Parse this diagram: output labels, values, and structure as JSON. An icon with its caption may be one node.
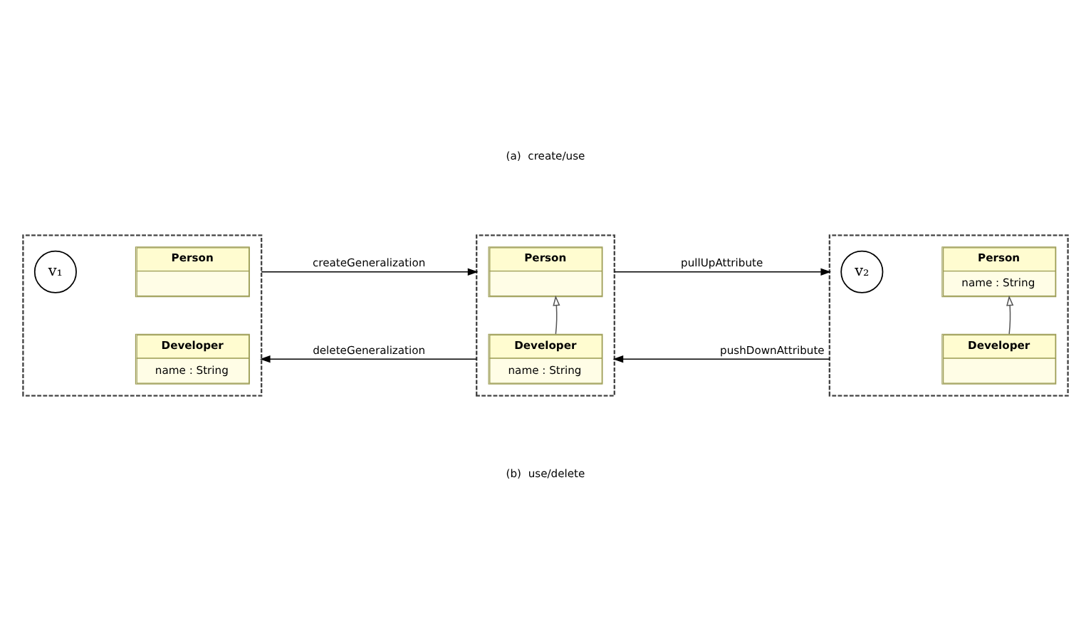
{
  "diagram": {
    "nodes": [
      {
        "text": [],
        "shape": "box"
      },
      {
        "text": [
          "v₁"
        ],
        "in": 0
      },
      {
        "text": [
          "Person"
        ],
        "in": 0
      },
      {
        "text": [
          "Developer",
          "name : String"
        ],
        "in": 0
      },
      {
        "text": [],
        "shape": "box"
      },
      {
        "text": [
          "Person"
        ],
        "in": 4
      },
      {
        "text": [
          "Developer",
          "name : String"
        ],
        "in": 4
      },
      {
        "text": [],
        "shape": "box"
      },
      {
        "text": [
          "v₂"
        ],
        "in": 7
      },
      {
        "text": [
          "Person",
          "name : String"
        ],
        "in": 7
      },
      {
        "text": [
          "Developer"
        ],
        "in": 7
      }
    ],
    "edges": [
      {
        "from": 0,
        "to": 4,
        "arrow": "to",
        "label": "createGeneralization"
      },
      {
        "from": 4,
        "to": 7,
        "arrow": "to",
        "label": "pullUpAttribute"
      },
      {
        "from": 6,
        "to": 5,
        "arrow": "to"
      },
      {
        "from": 10,
        "to": 9,
        "arrow": "to"
      },
      {
        "from": 4,
        "to": 0,
        "arrow": "to",
        "label": "deleteGeneralization"
      },
      {
        "from": 7,
        "to": 4,
        "arrow": "to",
        "label": "pushDownAttribute"
      }
    ],
    "labels": [
      "(a)  create/use",
      "(b)  use/delete"
    ]
  }
}
